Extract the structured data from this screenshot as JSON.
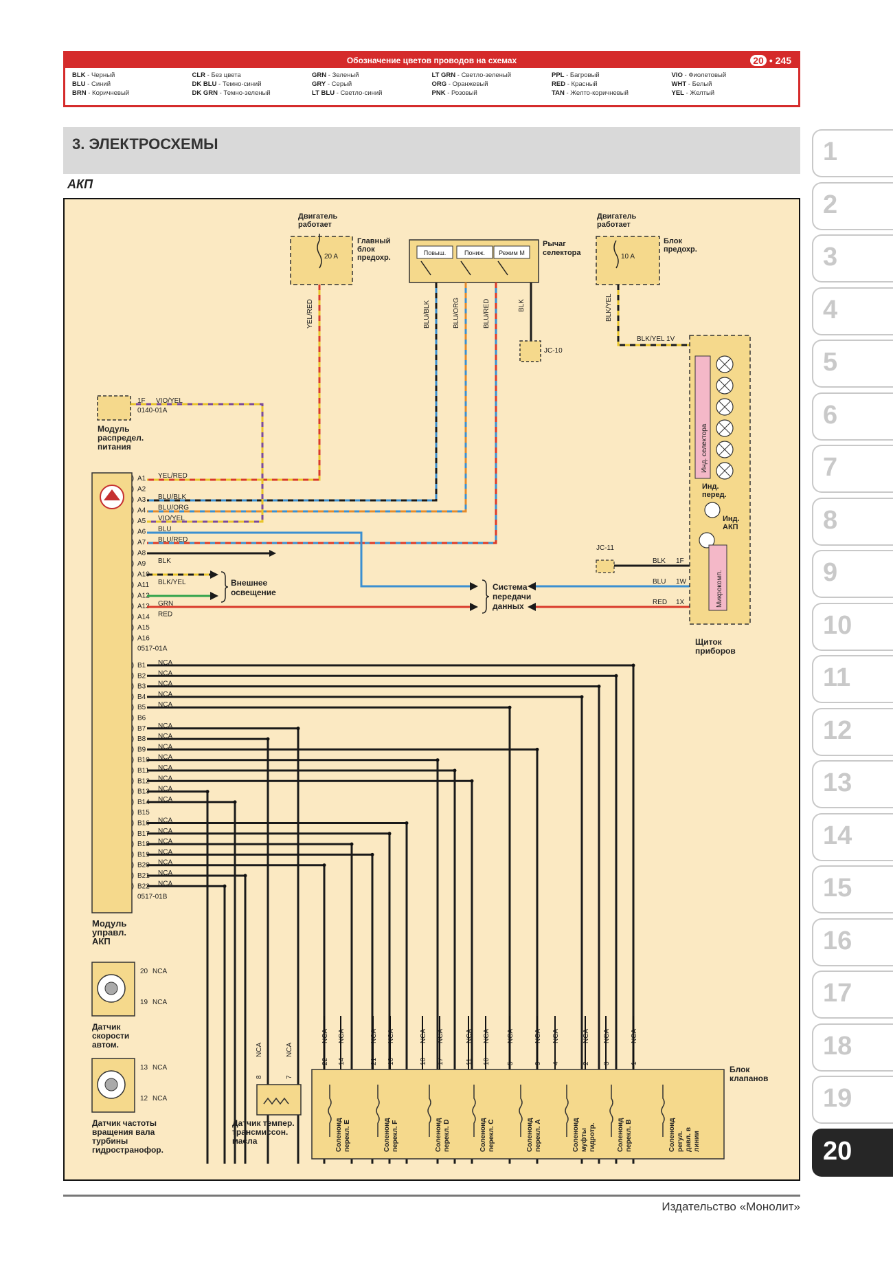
{
  "legend": {
    "title": "Обозначение цветов проводов на схемах",
    "chapter": "20",
    "page": "245",
    "columns": [
      [
        {
          "code": "BLK",
          "name": "Черный"
        },
        {
          "code": "BLU",
          "name": "Синий"
        },
        {
          "code": "BRN",
          "name": "Коричневый"
        }
      ],
      [
        {
          "code": "CLR",
          "name": "Без цвета"
        },
        {
          "code": "DK BLU",
          "name": "Темно-синий"
        },
        {
          "code": "DK GRN",
          "name": "Темно-зеленый"
        }
      ],
      [
        {
          "code": "GRN",
          "name": "Зеленый"
        },
        {
          "code": "GRY",
          "name": "Серый"
        },
        {
          "code": "LT BLU",
          "name": "Светло-синий"
        }
      ],
      [
        {
          "code": "LT GRN",
          "name": "Светло-зеленый"
        },
        {
          "code": "ORG",
          "name": "Оранжевый"
        },
        {
          "code": "PNK",
          "name": "Розовый"
        }
      ],
      [
        {
          "code": "PPL",
          "name": "Багровый"
        },
        {
          "code": "RED",
          "name": "Красный"
        },
        {
          "code": "TAN",
          "name": "Желто-коричневый"
        }
      ],
      [
        {
          "code": "VIO",
          "name": "Фиолетовый"
        },
        {
          "code": "WHT",
          "name": "Белый"
        },
        {
          "code": "YEL",
          "name": "Желтый"
        }
      ]
    ]
  },
  "section_title": "3.  ЭЛЕКТРОСХЕМЫ",
  "subsection_title": "АКП",
  "tabs": [
    "1",
    "2",
    "3",
    "4",
    "5",
    "6",
    "7",
    "8",
    "9",
    "10",
    "11",
    "12",
    "13",
    "14",
    "15",
    "16",
    "17",
    "18",
    "19",
    "20"
  ],
  "active_tab": "20",
  "publisher": "Издательство «Монолит»",
  "diagram": {
    "fuse_left": {
      "label": "Двигатель работает",
      "fuse": "20 A",
      "box": "Главный блок предохр.",
      "wire": "YEL/RED"
    },
    "selector": {
      "label": "Рычаг селектора",
      "switches": [
        "Повыш.",
        "Пониж.",
        "Режим M"
      ],
      "wires": [
        "BLU/BLK",
        "BLU/ORG",
        "BLU/RED",
        "BLK"
      ]
    },
    "jc10": "JC-10",
    "fuse_right": {
      "label": "Двигатель работает",
      "fuse": "10 A",
      "box": "Блок предохр.",
      "wire": "BLK/YEL",
      "wire_long": "BLK/YEL  1V"
    },
    "power_module": {
      "label": "Модуль распредел. питания",
      "pin": "1F",
      "wire": "VIO/YEL",
      "connector": "0140-01A"
    },
    "pins_a": [
      {
        "pin": "A1",
        "wire": "YEL/RED"
      },
      {
        "pin": "A2",
        "wire": ""
      },
      {
        "pin": "A3",
        "wire": "BLU/BLK"
      },
      {
        "pin": "A4",
        "wire": "BLU/ORG"
      },
      {
        "pin": "A5",
        "wire": "VIO/YEL"
      },
      {
        "pin": "A6",
        "wire": "BLU"
      },
      {
        "pin": "A7",
        "wire": "BLU/RED"
      },
      {
        "pin": "A8",
        "wire": ""
      },
      {
        "pin": "A9",
        "wire": "BLK"
      },
      {
        "pin": "A10",
        "wire": ""
      },
      {
        "pin": "A11",
        "wire": "BLK/YEL"
      },
      {
        "pin": "A12",
        "wire": ""
      },
      {
        "pin": "A13",
        "wire": "GRN"
      },
      {
        "pin": "A14",
        "wire": "RED"
      },
      {
        "pin": "A15",
        "wire": ""
      },
      {
        "pin": "A16",
        "wire": ""
      }
    ],
    "connector_a": "0517-01A",
    "ext_lighting": "Внешнее освещение",
    "data_system": "Система передачи данных",
    "jc11": "JC-11",
    "cluster_wires": [
      {
        "label": "BLK",
        "pin": "1F"
      },
      {
        "label": "BLU",
        "pin": "1W"
      },
      {
        "label": "RED",
        "pin": "1X"
      }
    ],
    "cluster": {
      "label": "Щиток приборов",
      "selector_ind": "Инд. селектора",
      "gear_ind": "Инд. перед.",
      "akp_ind": "Инд. АКП",
      "micro": "Микрокомп."
    },
    "pins_b": [
      {
        "pin": "B1",
        "wire": "NCA"
      },
      {
        "pin": "B2",
        "wire": "NCA"
      },
      {
        "pin": "B3",
        "wire": "NCA"
      },
      {
        "pin": "B4",
        "wire": "NCA"
      },
      {
        "pin": "B5",
        "wire": "NCA"
      },
      {
        "pin": "B6",
        "wire": ""
      },
      {
        "pin": "B7",
        "wire": "NCA"
      },
      {
        "pin": "B8",
        "wire": "NCA"
      },
      {
        "pin": "B9",
        "wire": "NCA"
      },
      {
        "pin": "B10",
        "wire": "NCA"
      },
      {
        "pin": "B11",
        "wire": "NCA"
      },
      {
        "pin": "B12",
        "wire": "NCA"
      },
      {
        "pin": "B13",
        "wire": "NCA"
      },
      {
        "pin": "B14",
        "wire": "NCA"
      },
      {
        "pin": "B15",
        "wire": ""
      },
      {
        "pin": "B16",
        "wire": "NCA"
      },
      {
        "pin": "B17",
        "wire": "NCA"
      },
      {
        "pin": "B18",
        "wire": "NCA"
      },
      {
        "pin": "B19",
        "wire": "NCA"
      },
      {
        "pin": "B20",
        "wire": "NCA"
      },
      {
        "pin": "B21",
        "wire": "NCA"
      },
      {
        "pin": "B22",
        "wire": "NCA"
      }
    ],
    "connector_b": "0517-01B",
    "module_label": "Модуль управл. АКП",
    "speed_sensor": {
      "label": "Датчик скорости автом.",
      "pins": [
        "20",
        "19"
      ],
      "wire": "NCA"
    },
    "turbine_sensor": {
      "label": "Датчик частоты вращения вала турбины гидространофор.",
      "pins": [
        "13",
        "12"
      ],
      "wire": "NCA"
    },
    "temp_sensor": {
      "label": "Датчик темпер. трансмиссон. масла",
      "pins": [
        "8",
        "7"
      ],
      "wire": "NCA"
    },
    "valve_block": {
      "label": "Блок клапанов",
      "pins": [
        "22",
        "14",
        "21",
        "16",
        "18",
        "17",
        "11",
        "10",
        "5",
        "9",
        "4",
        "2",
        "3",
        "1"
      ],
      "wire": "NCA",
      "solenoids": [
        "Соленоид перекл. E",
        "Соленоид перекл. F",
        "Соленоид перекл. D",
        "Соленоид перекл. C",
        "Соленоид перекл. A",
        "Соленоид муфты гидротр.",
        "Соленоид перекл. B",
        "Соленоид регул. давл. в линии"
      ]
    },
    "colors": {
      "panel_bg": "#fbe9c2",
      "box_bg": "#f5d98c",
      "blue": "#3a8fd1",
      "yellow": "#e8c52b",
      "red": "#d93a2a",
      "violet": "#7a4a9a",
      "orange": "#e48a2a",
      "green": "#2fa24a",
      "black": "#1a1a1a"
    }
  }
}
